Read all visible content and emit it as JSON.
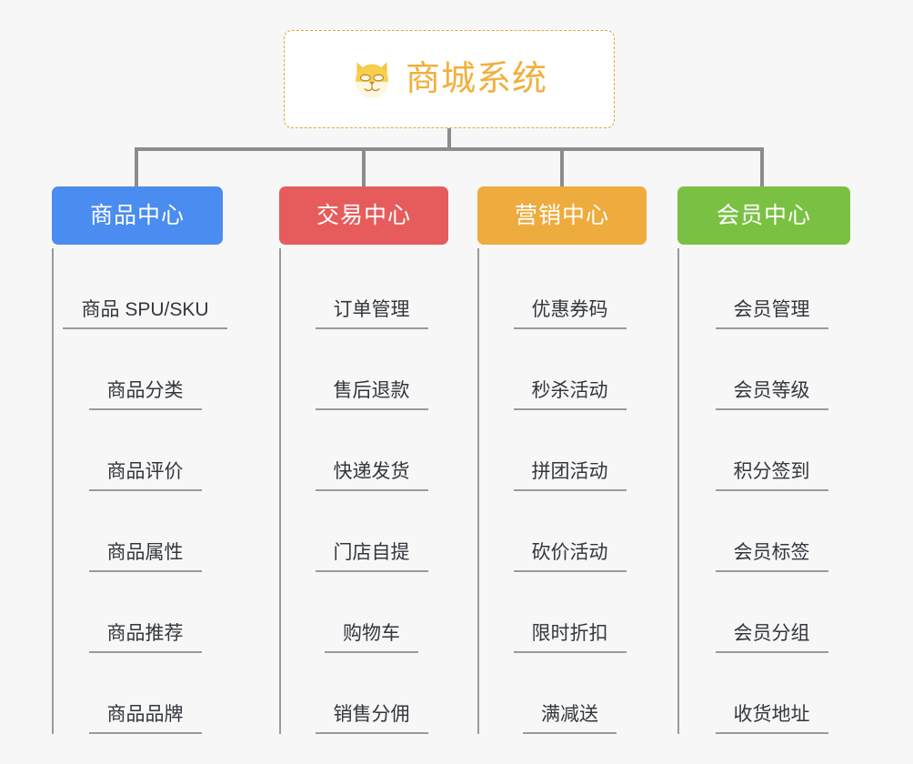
{
  "page": {
    "background_color": "#f7f7f7",
    "connector_color": "#8c8c8c",
    "item_rule_color": "#9a9a9a",
    "item_text_color": "#33373d"
  },
  "root": {
    "title": "商城系统",
    "icon": "dog-face-icon",
    "title_color": "#f0b03c",
    "border_color": "#e8a33d",
    "background_color": "#ffffff"
  },
  "branches": [
    {
      "label": "商品中心",
      "color": "#4a8cf0",
      "items": [
        "商品 SPU/SKU",
        "商品分类",
        "商品评价",
        "商品属性",
        "商品推荐",
        "商品品牌"
      ]
    },
    {
      "label": "交易中心",
      "color": "#e65c5c",
      "items": [
        "订单管理",
        "售后退款",
        "快递发货",
        "门店自提",
        "购物车",
        "销售分佣"
      ]
    },
    {
      "label": "营销中心",
      "color": "#eeab3e",
      "items": [
        "优惠券码",
        "秒杀活动",
        "拼团活动",
        "砍价活动",
        "限时折扣",
        "满减送"
      ]
    },
    {
      "label": "会员中心",
      "color": "#7ac143",
      "items": [
        "会员管理",
        "会员等级",
        "积分签到",
        "会员标签",
        "会员分组",
        "收货地址"
      ]
    }
  ]
}
